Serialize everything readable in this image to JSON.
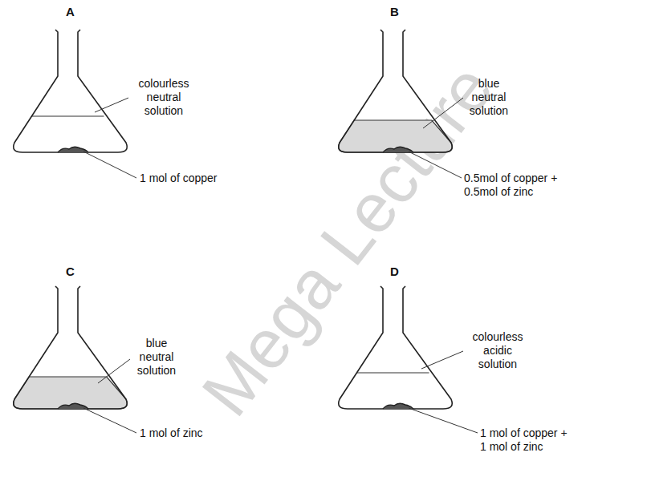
{
  "diagram": {
    "labels": [
      "A",
      "colourless neutral solution",
      "1 mol of copper",
      "B",
      "blue neutral solution",
      "0.5mol of copper + 0.5mol of zinc",
      "C",
      "blue neutral solution",
      "1 mol of zinc",
      "D",
      "colourless acidic solution",
      "1 mol of copper + 1 mol of zinc",
      "Mega Lecture"
    ]
  }
}
